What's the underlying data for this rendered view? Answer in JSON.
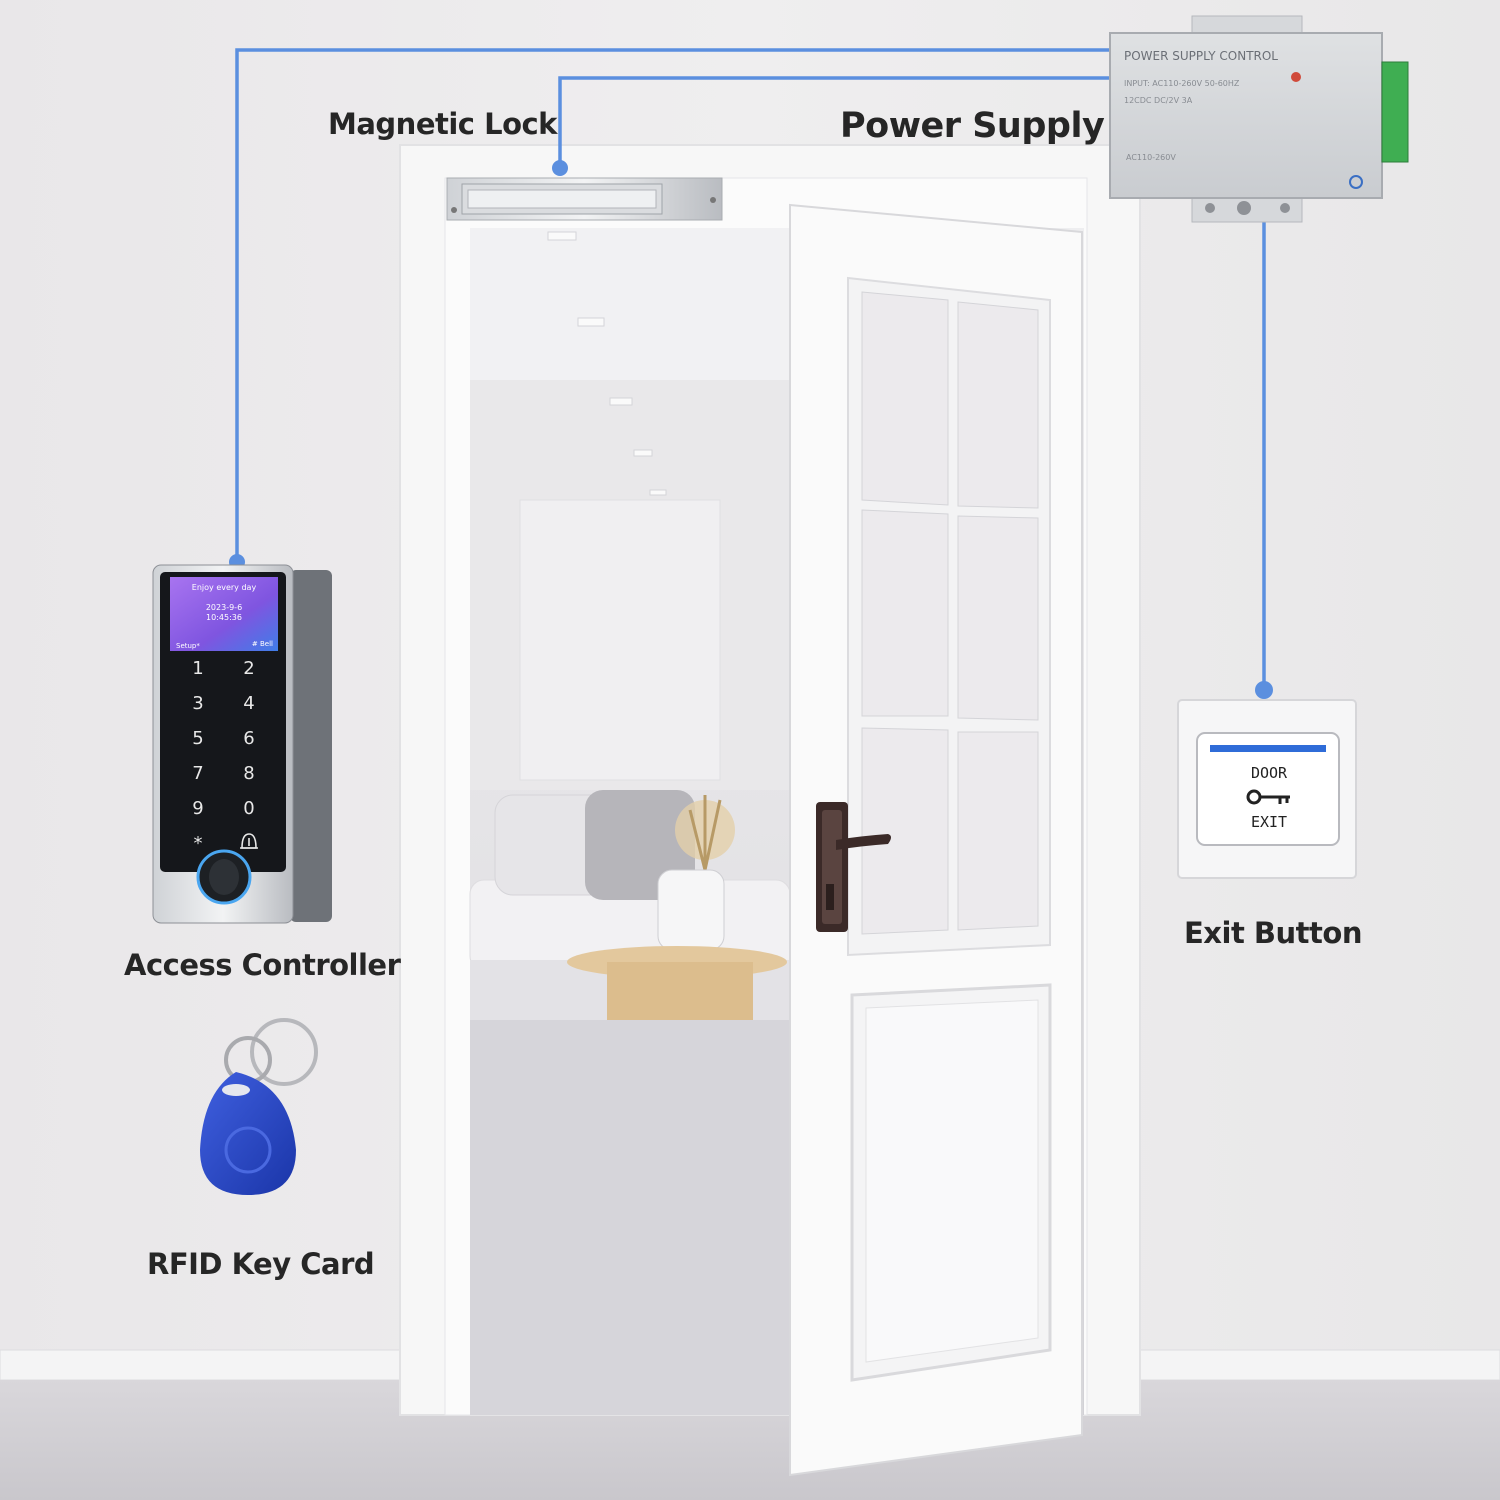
{
  "labels": {
    "magnetic_lock": "Magnetic Lock",
    "power_supply": "Power Supply",
    "access_controller": "Access Controller",
    "exit_button": "Exit Button",
    "rfid_key_card": "RFID Key Card"
  },
  "keypad": {
    "screen_line1": "Enjoy every day",
    "screen_date": "2023-9-6",
    "screen_time": "10:45:36",
    "screen_left": "Setup*",
    "screen_right": "# Bell",
    "keys": [
      "1",
      "2",
      "3",
      "4",
      "5",
      "6",
      "7",
      "8",
      "9",
      "0",
      "*",
      ""
    ]
  },
  "power_supply_box": {
    "title": "POWER SUPPLY CONTROL",
    "input_line": "INPUT: AC110-260V 50-60HZ",
    "output_line": "12CDC DC/2V 3A",
    "voltage_line": "AC110-260V"
  },
  "exit_button_plate": {
    "top_text": "DOOR",
    "bottom_text": "EXIT"
  },
  "colors": {
    "wire": "#5b8fdf",
    "label_text": "#262626",
    "screen": "#8e63e0",
    "fob": "#2846c4"
  }
}
